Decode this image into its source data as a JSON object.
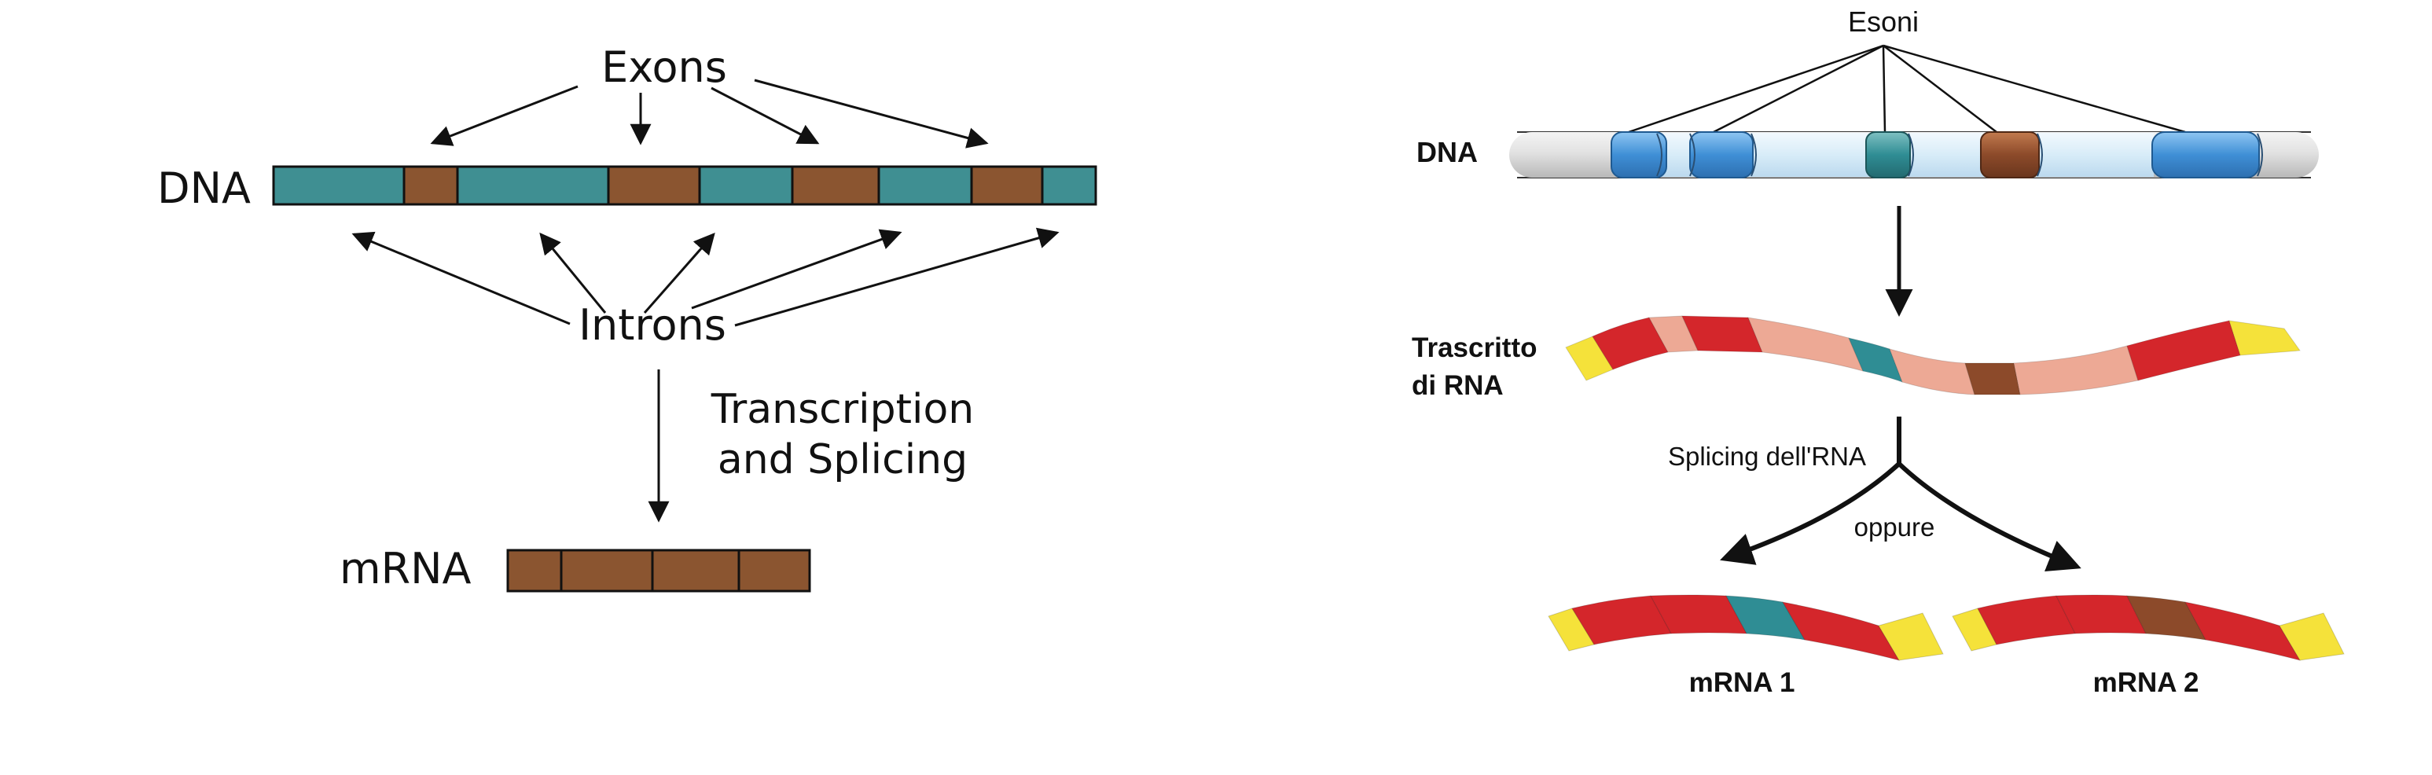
{
  "left_diagram": {
    "exons_label": "Exons",
    "dna_label": "DNA",
    "introns_label": "Introns",
    "process_label_line1": "Transcription",
    "process_label_line2": "and Splicing",
    "mrna_label": "mRNA",
    "intron_segments": 5,
    "exon_segments": 4,
    "mrna_segments": 4
  },
  "right_diagram": {
    "exons_label": "Esoni",
    "dna_label": "DNA",
    "transcript_label_line1": "Trascritto",
    "transcript_label_line2": "di RNA",
    "splicing_label": "Splicing dell'RNA",
    "or_label": "oppure",
    "mrna1_label": "mRNA 1",
    "mrna2_label": "mRNA 2"
  },
  "colors": {
    "intron_teal": "#3f8f92",
    "exon_brown": "#8b5530",
    "exon_blue": "#3f8fd6",
    "intron_light_blue": "#d8ecf8",
    "exon_red": "#d4262b",
    "intron_pink": "#eda995",
    "cap_yellow": "#f5e23a",
    "accent_teal": "#2f8d94",
    "accent_brown": "#8c4a2a"
  }
}
